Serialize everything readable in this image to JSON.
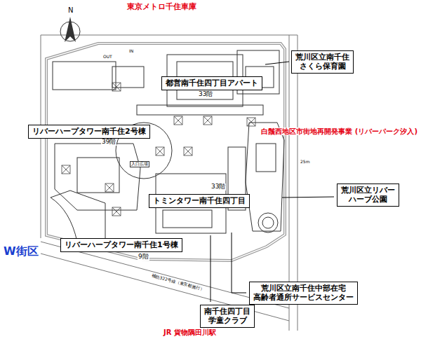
{
  "diagram": {
    "nodes": [
      {
        "text": [
          "荒川区立南千住 さくら保育園"
        ]
      },
      {
        "text": [
          "都営南千住四丁目アパート"
        ]
      },
      {
        "text": [
          "リバーハープタワー南千住2号棟"
        ]
      },
      {
        "text": [
          "荒川区立リバー ハーブ公園"
        ]
      },
      {
        "text": [
          "トミンタワー南千住四丁目"
        ]
      },
      {
        "text": [
          "リバーハープタワー南千住1号棟"
        ]
      },
      {
        "text": [
          "荒川区立南千住中部在宅 高齢者通所サービスセンター"
        ]
      },
      {
        "text": [
          "南千住四丁目 学童クラブ"
        ]
      }
    ],
    "labels": [
      "N",
      "東京メトロ千住車庫",
      "OUT",
      "IN",
      "33階",
      "39階",
      "白鬚西地区市街地再開発事業 (リバーパーク汐入)",
      "入口広場",
      "25m",
      "33階",
      "W街区",
      "9階",
      "補助322号線（東京都施行）",
      "JR 貨物隅田川駅"
    ]
  }
}
